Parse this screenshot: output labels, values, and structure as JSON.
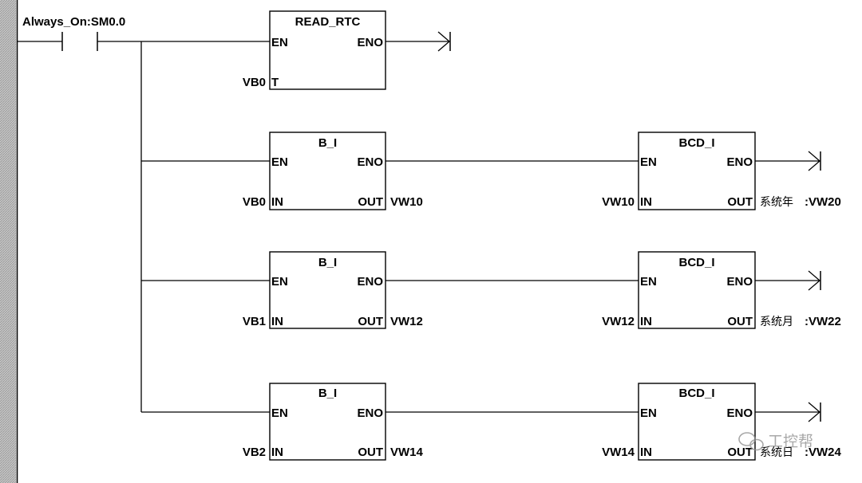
{
  "contact": {
    "label": "Always_On:SM0.0"
  },
  "read_rtc": {
    "title": "READ_RTC",
    "en": "EN",
    "eno": "ENO",
    "t_pin": "T",
    "t_operand": "VB0"
  },
  "rungs": [
    {
      "b_i": {
        "title": "B_I",
        "en": "EN",
        "eno": "ENO",
        "in": "IN",
        "out": "OUT",
        "in_operand": "VB0",
        "out_operand": "VW10"
      },
      "bcd_i": {
        "title": "BCD_I",
        "en": "EN",
        "eno": "ENO",
        "in": "IN",
        "out": "OUT",
        "in_operand": "VW10",
        "out_symbol": "系统年",
        "out_operand": ":VW20"
      }
    },
    {
      "b_i": {
        "title": "B_I",
        "en": "EN",
        "eno": "ENO",
        "in": "IN",
        "out": "OUT",
        "in_operand": "VB1",
        "out_operand": "VW12"
      },
      "bcd_i": {
        "title": "BCD_I",
        "en": "EN",
        "eno": "ENO",
        "in": "IN",
        "out": "OUT",
        "in_operand": "VW12",
        "out_symbol": "系统月",
        "out_operand": ":VW22"
      }
    },
    {
      "b_i": {
        "title": "B_I",
        "en": "EN",
        "eno": "ENO",
        "in": "IN",
        "out": "OUT",
        "in_operand": "VB2",
        "out_operand": "VW14"
      },
      "bcd_i": {
        "title": "BCD_I",
        "en": "EN",
        "eno": "ENO",
        "in": "IN",
        "out": "OUT",
        "in_operand": "VW14",
        "out_symbol": "系统日",
        "out_operand": ":VW24"
      }
    }
  ],
  "watermark": {
    "text": "工控帮",
    "icon": "wechat-icon"
  }
}
